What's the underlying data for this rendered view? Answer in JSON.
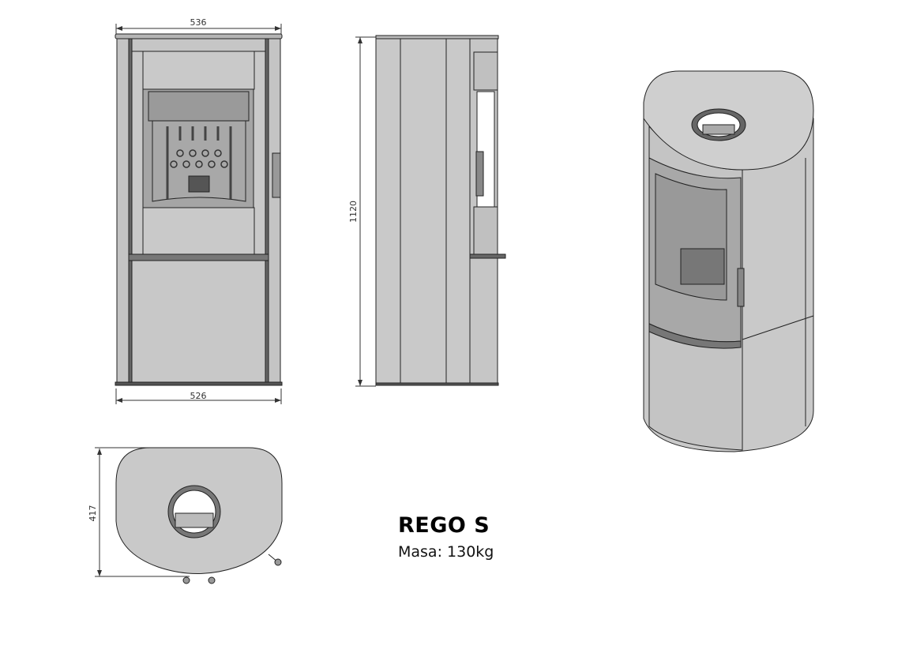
{
  "product": {
    "name": "REGO S",
    "mass": "Masa: 130kg"
  },
  "dimensions": {
    "top_width": "536",
    "bottom_width": "526",
    "height": "1120",
    "depth": "417"
  },
  "colors": {
    "body": "#c9c9c9",
    "line": "#222222",
    "dark": "#555555"
  }
}
